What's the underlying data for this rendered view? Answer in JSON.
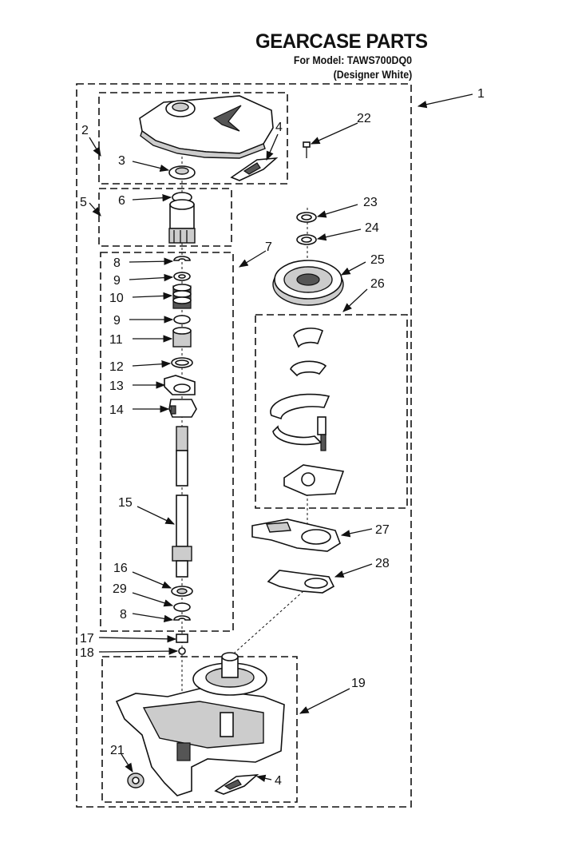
{
  "header": {
    "title": "GEARCASE PARTS",
    "model_line": "For Model: TAWS700DQ0",
    "variant_line": "(Designer White)"
  },
  "callouts": [
    {
      "id": "c1",
      "text": "1"
    },
    {
      "id": "c2",
      "text": "2"
    },
    {
      "id": "c3",
      "text": "3"
    },
    {
      "id": "c4a",
      "text": "4"
    },
    {
      "id": "c4b",
      "text": "4"
    },
    {
      "id": "c5",
      "text": "5"
    },
    {
      "id": "c6",
      "text": "6"
    },
    {
      "id": "c7",
      "text": "7"
    },
    {
      "id": "c8a",
      "text": "8"
    },
    {
      "id": "c8b",
      "text": "8"
    },
    {
      "id": "c9a",
      "text": "9"
    },
    {
      "id": "c9b",
      "text": "9"
    },
    {
      "id": "c10",
      "text": "10"
    },
    {
      "id": "c11",
      "text": "11"
    },
    {
      "id": "c12",
      "text": "12"
    },
    {
      "id": "c13",
      "text": "13"
    },
    {
      "id": "c14",
      "text": "14"
    },
    {
      "id": "c15",
      "text": "15"
    },
    {
      "id": "c16",
      "text": "16"
    },
    {
      "id": "c17",
      "text": "17"
    },
    {
      "id": "c18",
      "text": "18"
    },
    {
      "id": "c19",
      "text": "19"
    },
    {
      "id": "c21",
      "text": "21"
    },
    {
      "id": "c22",
      "text": "22"
    },
    {
      "id": "c23",
      "text": "23"
    },
    {
      "id": "c24",
      "text": "24"
    },
    {
      "id": "c25",
      "text": "25"
    },
    {
      "id": "c26",
      "text": "26"
    },
    {
      "id": "c27",
      "text": "27"
    },
    {
      "id": "c28",
      "text": "28"
    },
    {
      "id": "c29",
      "text": "29"
    }
  ]
}
